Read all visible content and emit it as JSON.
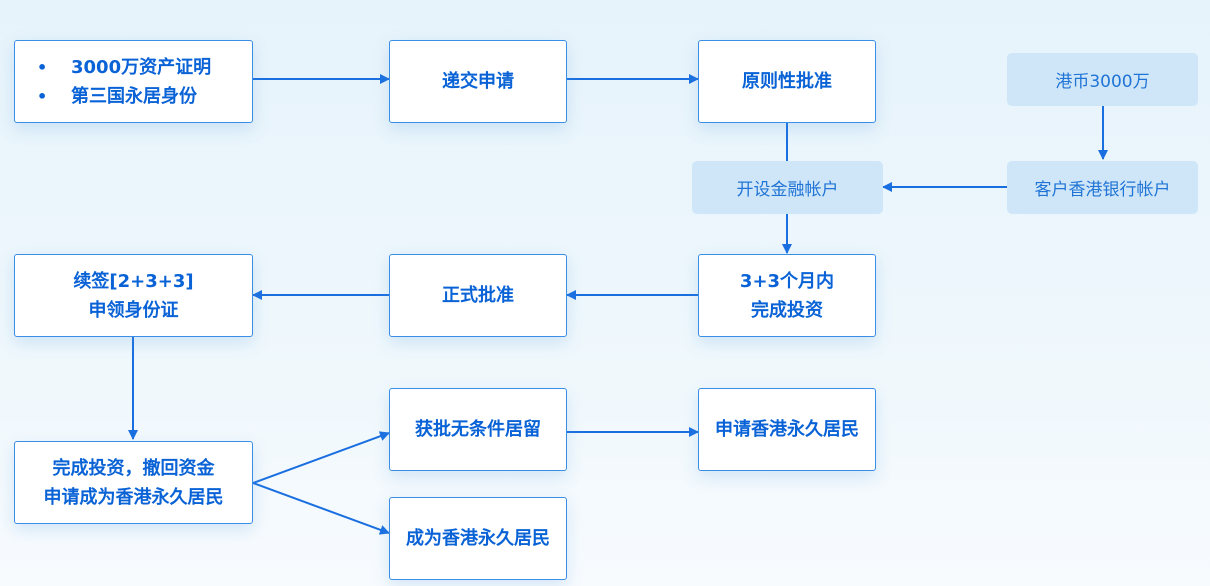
{
  "nodes": {
    "requirements": {
      "line1": "3000万资产证明",
      "line2": "第三国永居身份"
    },
    "submit": "递交申请",
    "approval_principle": "原则性批准",
    "hkd": "港币3000万",
    "bank_account": "客户香港银行帐户",
    "financial_account": "开设金融帐户",
    "invest": {
      "line1": "3+3个月内",
      "line2": "完成投资"
    },
    "formal_approval": "正式批准",
    "renew": {
      "line1": "续签[2+3+3]",
      "line2": "申领身份证"
    },
    "complete": {
      "line1": "完成投资，撤回资金",
      "line2": "申请成为香港永久居民"
    },
    "unconditional": "获批无条件居留",
    "apply_pr": "申请香港永久居民",
    "become_pr": "成为香港永久居民"
  },
  "colors": {
    "arrow": "#1a6fe0",
    "node_border": "#3a8ee6",
    "node_text": "#0a63d6",
    "soft_bg": "#cfe6f8"
  }
}
